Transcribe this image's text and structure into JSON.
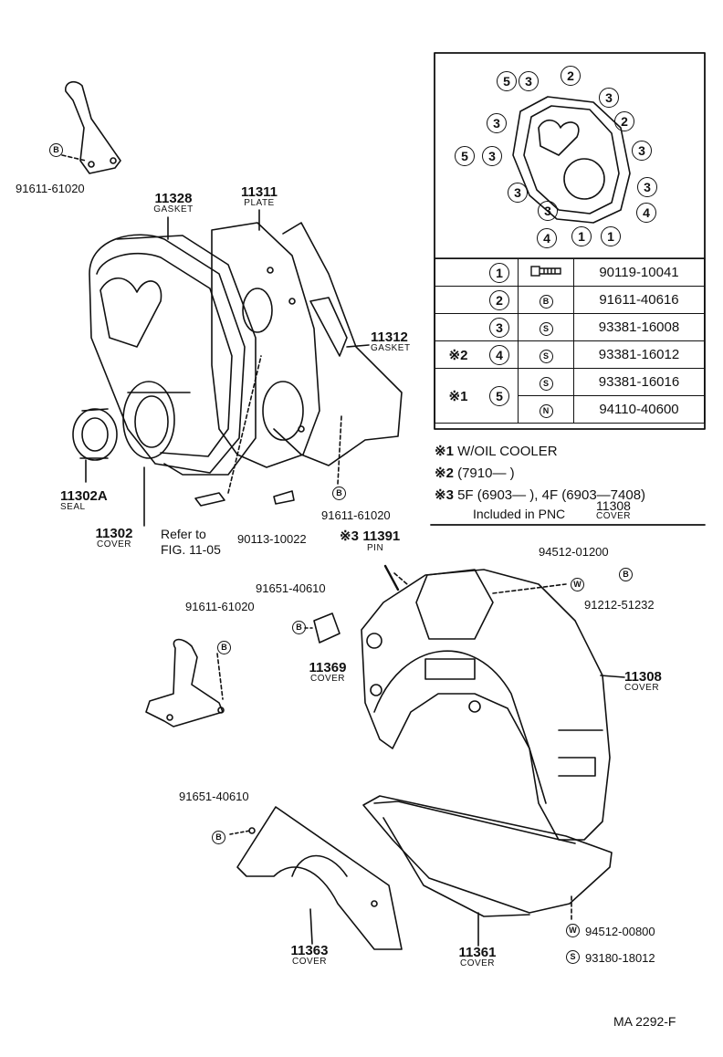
{
  "callouts": [
    {
      "text": "91611-61020"
    },
    {
      "text": "11328",
      "sub": "GASKET"
    },
    {
      "text": "11311",
      "sub": "PLATE"
    },
    {
      "text": "11312",
      "sub": "GASKET"
    },
    {
      "text": "11302A",
      "sub": "SEAL"
    },
    {
      "text": "11302",
      "sub": "COVER"
    },
    {
      "text": "Refer to",
      "sub": "FIG. 11-05"
    },
    {
      "text": "90113-10022"
    },
    {
      "text": "91611-61020"
    },
    {
      "text": "11391",
      "sub": "PIN",
      "mark": "※3"
    },
    {
      "text": "94512-01200"
    },
    {
      "text": "91212-51232"
    },
    {
      "text": "91651-40610"
    },
    {
      "text": "91611-61020"
    },
    {
      "text": "11369",
      "sub": "COVER"
    },
    {
      "text": "11308",
      "sub": "COVER"
    },
    {
      "text": "91651-40610"
    },
    {
      "text": "11363",
      "sub": "COVER"
    },
    {
      "text": "11361",
      "sub": "COVER"
    },
    {
      "text": "94512-00800"
    },
    {
      "text": "93180-18012"
    },
    {
      "text": "MA 2292-F"
    }
  ],
  "markers": {
    "B": "B",
    "S": "S",
    "W": "W",
    "N": "N"
  },
  "gasket_numbers": [
    "5",
    "3",
    "2",
    "3",
    "3",
    "2",
    "5",
    "3",
    "3",
    "3",
    "3",
    "3",
    "4",
    "4",
    "1",
    "1"
  ],
  "ref_table": [
    {
      "note": "",
      "idx": "1",
      "sym": "bolt",
      "pn": "90119-10041"
    },
    {
      "note": "",
      "idx": "2",
      "sym": "B",
      "pn": "91611-40616"
    },
    {
      "note": "",
      "idx": "3",
      "sym": "S",
      "pn": "93381-16008"
    },
    {
      "note": "※2",
      "idx": "4",
      "sym": "S",
      "pn": "93381-16012"
    },
    {
      "note": "※1",
      "idx": "5",
      "sym": "S",
      "pn": "93381-16016"
    },
    {
      "note": "",
      "idx": "",
      "sym": "N",
      "pn": "94110-40600"
    }
  ],
  "notes": [
    {
      "mark": "※1",
      "text": "W/OIL  COOLER"
    },
    {
      "mark": "※2",
      "text": "(7910—        )"
    },
    {
      "mark": "※3",
      "text": "5F (6903—          ), 4F (6903—7408)"
    }
  ],
  "included": {
    "text": "Included in PNC",
    "num": "11308",
    "sub": "COVER"
  }
}
